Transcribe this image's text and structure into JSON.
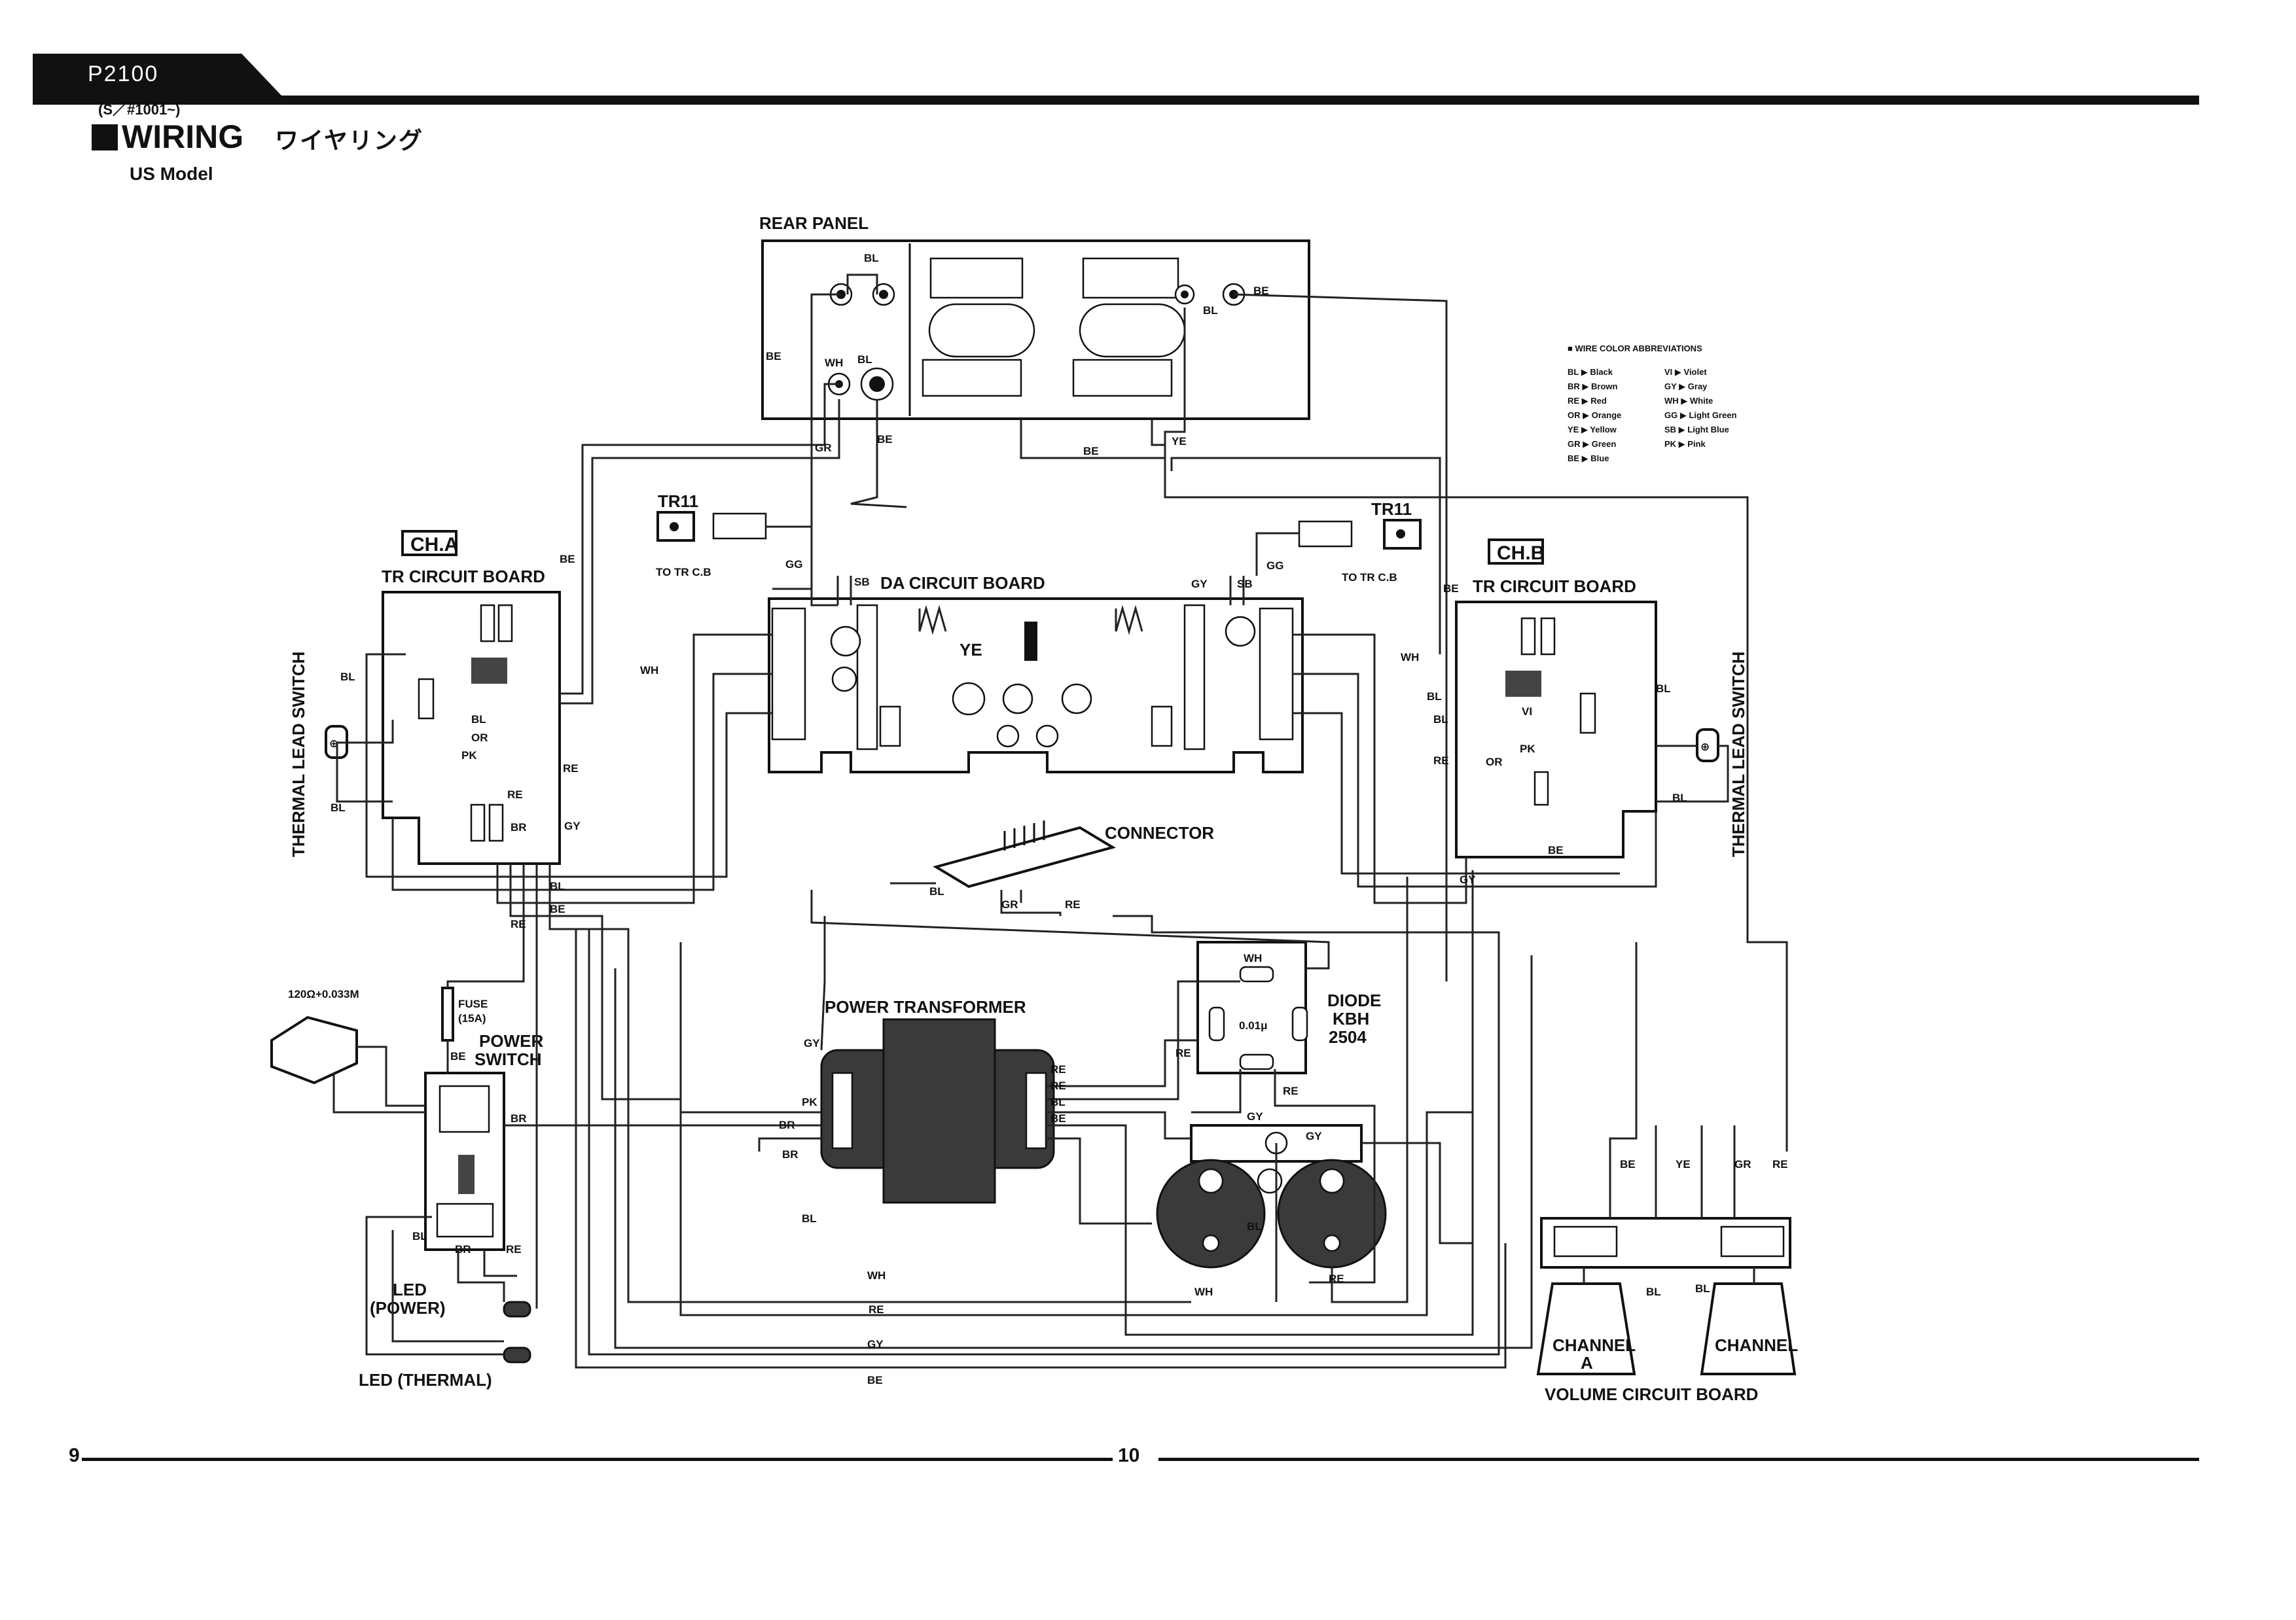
{
  "header": {
    "model_tab": "P2100",
    "serial": "(S／#1001~)",
    "title": "WIRING",
    "title_jp": "ワイヤリング",
    "subtitle": "US Model"
  },
  "legend": {
    "title": "■ WIRE COLOR ABBREVIATIONS",
    "left": [
      "BL ▶ Black",
      "BR ▶ Brown",
      "RE ▶ Red",
      "OR ▶ Orange",
      "YE ▶ Yellow",
      "GR ▶ Green",
      "BE ▶ Blue"
    ],
    "right": [
      "VI ▶ Violet",
      "GY ▶ Gray",
      "WH ▶ White",
      "GG ▶ Light Green",
      "SB ▶ Light Blue",
      "PK ▶ Pink"
    ]
  },
  "components": {
    "rear_panel": "REAR PANEL",
    "ch_a": "CH.A",
    "ch_b": "CH.B",
    "tr_board": "TR CIRCUIT BOARD",
    "da_board": "DA CIRCUIT BOARD",
    "thermal_switch": "THERMAL LEAD SWITCH",
    "tr11": "TR11",
    "to_tr": "TO TR C.B",
    "connector": "CONNECTOR",
    "power_transformer": "POWER TRANSFORMER",
    "diode_1": "DIODE",
    "diode_2": "KBH",
    "diode_3": "2504",
    "cap_value": "0.01μ",
    "fuse_1": "FUSE",
    "fuse_2": "(15A)",
    "power_switch_1": "POWER",
    "power_switch_2": "SWITCH",
    "resistor": "120Ω+0.033M",
    "led_power_1": "LED",
    "led_power_2": "(POWER)",
    "led_thermal": "LED (THERMAL)",
    "channel_a_1": "CHANNEL",
    "channel_a_2": "A",
    "channel_b": "CHANNEL",
    "volume_board": "VOLUME CIRCUIT BOARD"
  },
  "wires": {
    "BL": "BL",
    "BE": "BE",
    "WH": "WH",
    "GR": "GR",
    "YE": "YE",
    "GG": "GG",
    "SB": "SB",
    "PK": "PK",
    "OR": "OR",
    "RE": "RE",
    "BR": "BR",
    "GY": "GY",
    "VI": "VI"
  },
  "footer": {
    "page_left": "9",
    "page_center": "10"
  }
}
